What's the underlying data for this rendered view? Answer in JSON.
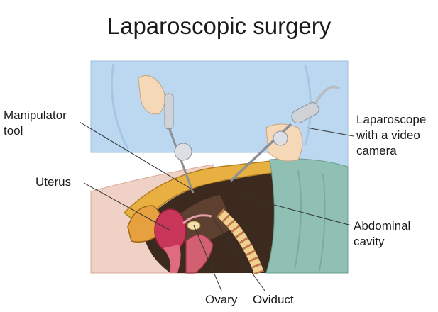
{
  "title": "Laparoscopic surgery",
  "labels": {
    "manipulator": [
      "Manipulator",
      "tool"
    ],
    "uterus": "Uterus",
    "laparoscope": [
      "Laparoscope",
      "with a video",
      "camera"
    ],
    "abdominal": [
      "Abdominal",
      "cavity"
    ],
    "ovary": "Ovary",
    "oviduct": "Oviduct"
  },
  "colors": {
    "gown": "#bcd8f0",
    "drape": "#8fc0b3",
    "skin": "#f0d1c6",
    "glove": "#f5d8b8",
    "cavity": "#3d2a1e",
    "uterus": "#c8375a",
    "fat": "#e8b040"
  }
}
